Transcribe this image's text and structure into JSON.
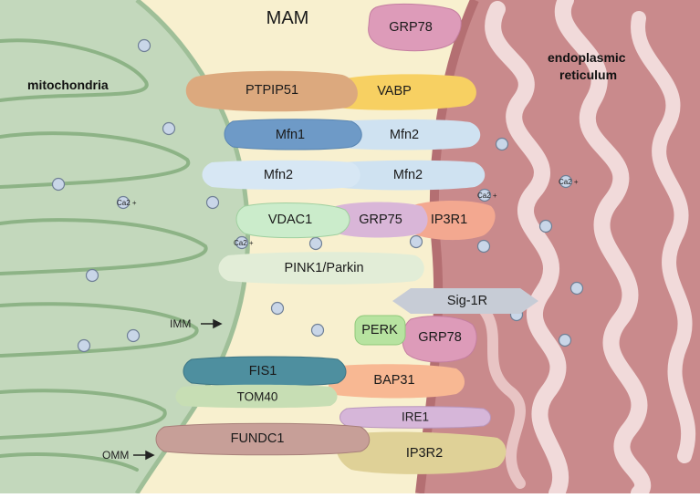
{
  "diagram": {
    "title": "MAM",
    "regions": {
      "mitochondria": "mitochondria",
      "er_line1": "endoplasmic",
      "er_line2": "reticulum"
    },
    "membrane_labels": {
      "imm": "IMM",
      "omm": "OMM"
    },
    "calcium_label": "Ca2 +",
    "proteins": {
      "grp78_top": "GRP78",
      "ptpip51": "PTPIP51",
      "vabp": "VABP",
      "mfn1": "Mfn1",
      "mfn2_er_top": "Mfn2",
      "mfn2_mito": "Mfn2",
      "mfn2_er": "Mfn2",
      "vdac1": "VDAC1",
      "grp75": "GRP75",
      "ip3r1": "IP3R1",
      "pink1_parkin": "PINK1/Parkin",
      "sig1r": "Sig-1R",
      "perk": "PERK",
      "grp78_bottom": "GRP78",
      "fis1": "FIS1",
      "bap31": "BAP31",
      "tom40": "TOM40",
      "ire1": "IRE1",
      "fundc1": "FUNDC1",
      "ip3r2": "IP3R2"
    },
    "colors": {
      "cytosol": "#f8f0cf",
      "mitochondria": "#c3d8bc",
      "er": "#c98a8c",
      "er_lumen": "#f1dada",
      "ptpip51": "#dca97e",
      "vabp": "#f7d062",
      "mfn1": "#6e9ac7",
      "mfn2": "#cfe2f1",
      "vdac1": "#cbeccb",
      "grp75": "#d9b6d8",
      "ip3r1": "#f3a890",
      "pink1": "#e2edd7",
      "sig1r": "#c7ccd6",
      "perk": "#b7e3a0",
      "grp78": "#dd9bb9",
      "fis1": "#4e8f9f",
      "bap31": "#f8b893",
      "tom40": "#c7deb4",
      "ire1": "#d6b6d9",
      "fundc1": "#c79f98",
      "ip3r2": "#dfd197"
    }
  }
}
